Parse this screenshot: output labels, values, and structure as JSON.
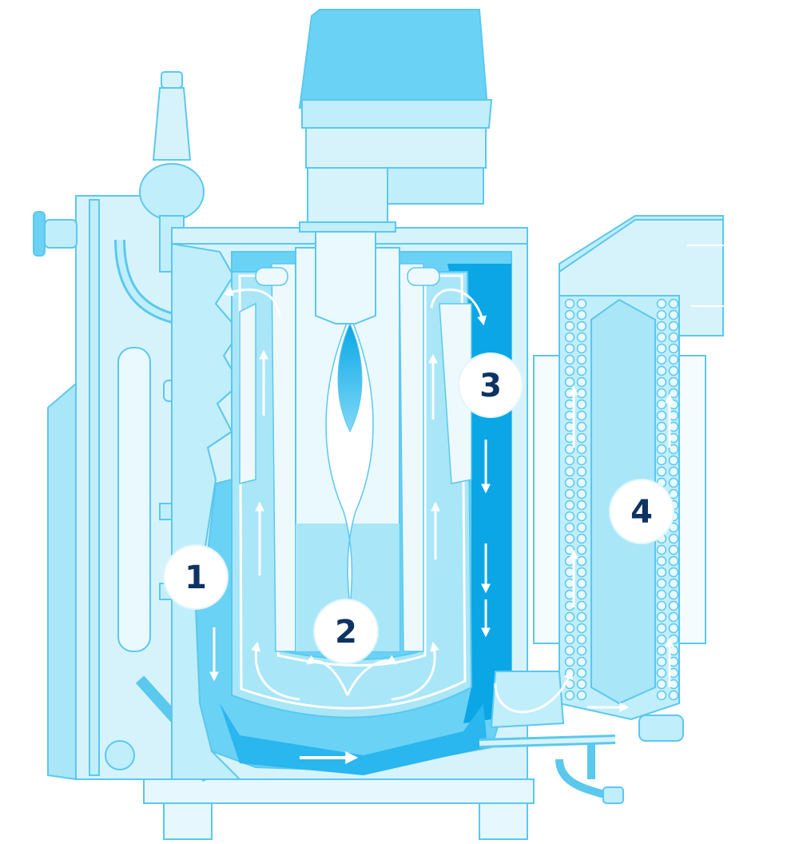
{
  "diagram": {
    "labels": [
      {
        "id": "1",
        "text": "1"
      },
      {
        "id": "2",
        "text": "2"
      },
      {
        "id": "3",
        "text": "3"
      },
      {
        "id": "4",
        "text": "4"
      }
    ]
  },
  "colors": {
    "background": "#ffffff",
    "line": "#5bc8ee",
    "pale_fill": "#d6f3fc",
    "light_fill": "#a9e6f8",
    "mid_fill": "#6ad2f5",
    "deep_fill": "#2ab6ee",
    "dark_fill": "#0aa6e6",
    "insulation": "#eef9fd",
    "arrow": "#ffffff",
    "badge_fill": "#ffffff",
    "badge_text": "#0d3264"
  }
}
